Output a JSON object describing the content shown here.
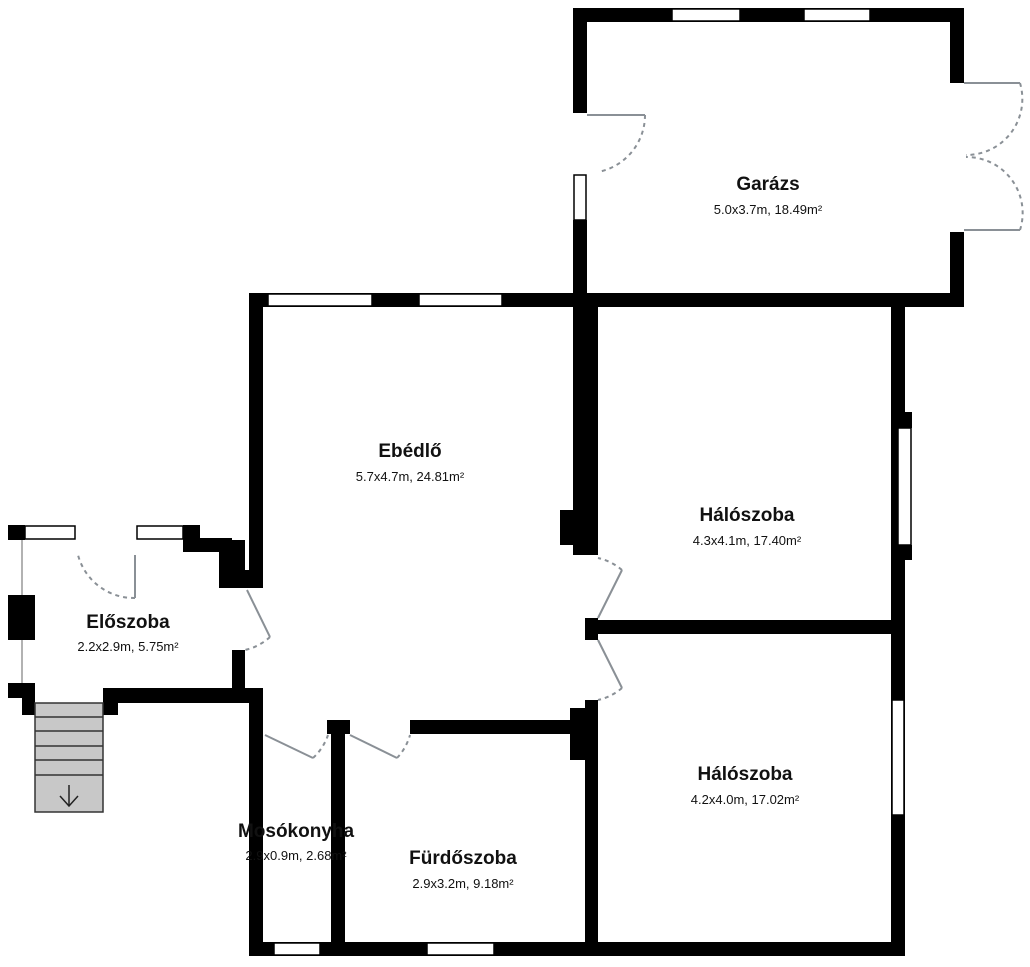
{
  "colors": {
    "wall": "#000000",
    "door": "#8a9096",
    "stairs": "#c8c8c8"
  },
  "rooms": [
    {
      "name": "Garázs",
      "dims": "5.0x3.7m, 18.49m²"
    },
    {
      "name": "Ebédlő",
      "dims": "5.7x4.7m, 24.81m²"
    },
    {
      "name": "Hálószoba",
      "dims": "4.3x4.1m, 17.40m²"
    },
    {
      "name": "Előszoba",
      "dims": "2.2x2.9m, 5.75m²"
    },
    {
      "name": "Hálószoba",
      "dims": "4.2x4.0m, 17.02m²"
    },
    {
      "name": "Mosókonyha",
      "dims": "2.9x0.9m, 2.68m²"
    },
    {
      "name": "Fürdőszoba",
      "dims": "2.9x3.2m, 9.18m²"
    }
  ],
  "icons": {
    "stairs": "arrow-down-icon"
  }
}
